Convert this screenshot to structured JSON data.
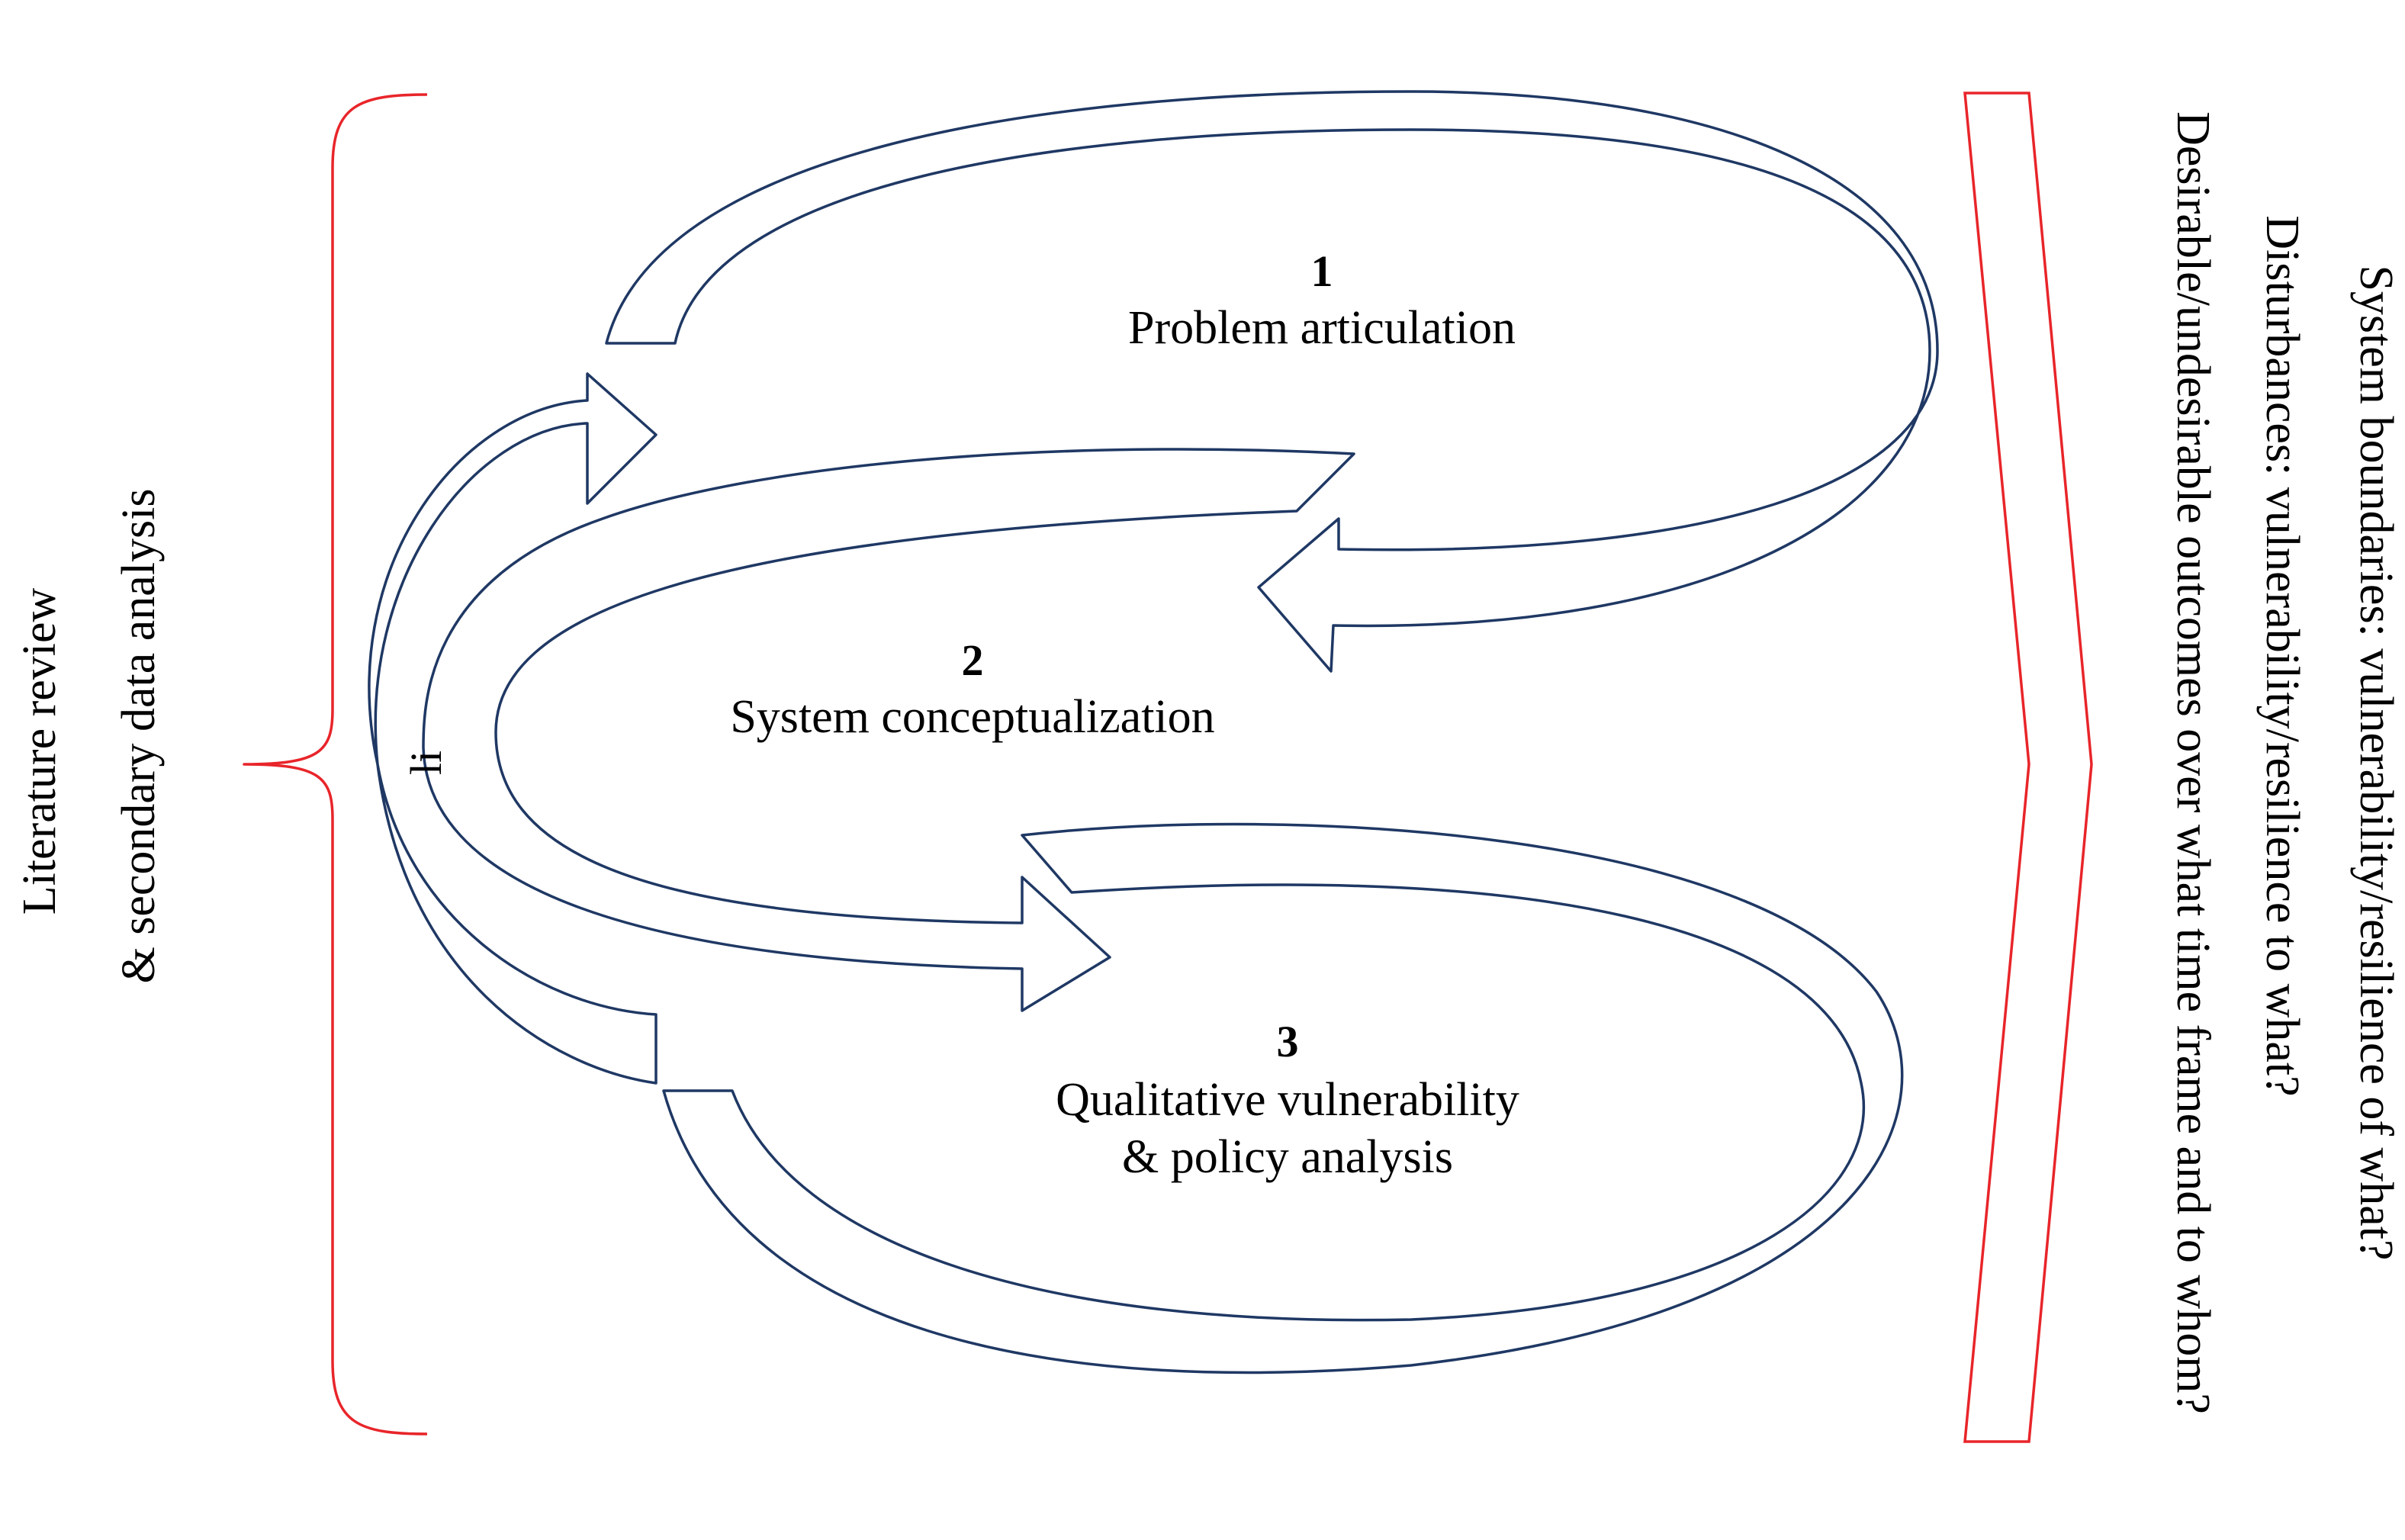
{
  "steps": [
    {
      "number": "1",
      "label_lines": [
        "Problem articulation"
      ]
    },
    {
      "number": "2",
      "label_lines": [
        "System conceptualization"
      ]
    },
    {
      "number": "3",
      "label_lines": [
        "Qualitative vulnerability",
        "& policy analysis"
      ]
    }
  ],
  "left_annotation": {
    "lines": [
      "Literature review",
      "& secondary data analysis"
    ]
  },
  "right_annotation": {
    "lines": [
      "System boundaries: vulnerability/resilience of what?",
      "Disturbances: vulnerability/resilience to what?",
      "Desirable/undesirable outcomes over what time frame and to whom?"
    ]
  },
  "loop_marker": "li",
  "colors": {
    "arrow_outline": "#1f3864",
    "bracket": "#e8252a",
    "text": "#000000"
  }
}
